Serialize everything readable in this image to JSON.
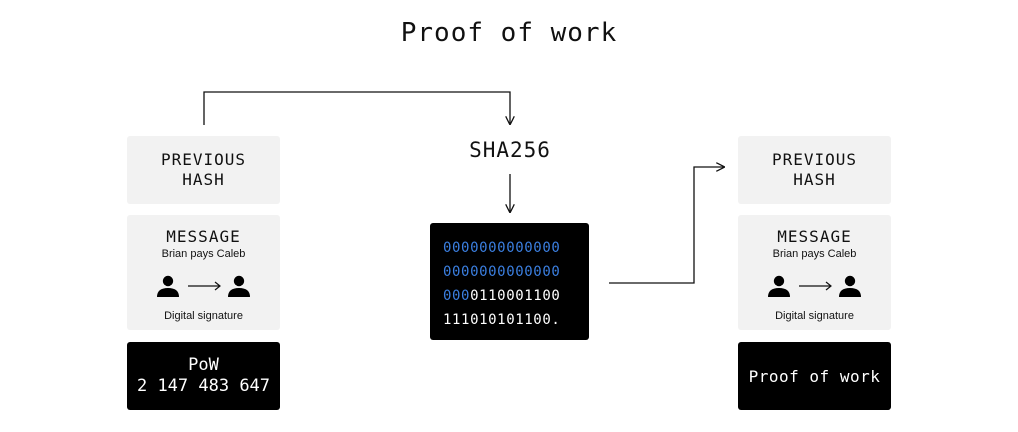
{
  "title": "Proof of work",
  "left_block": {
    "previous_hash": [
      "PREVIOUS",
      "HASH"
    ],
    "message": {
      "heading": "MESSAGE",
      "subtitle": "Brian pays Caleb",
      "signature": "Digital signature"
    },
    "pow": {
      "label": "PoW",
      "value": "2 147 483 647"
    }
  },
  "sha": {
    "label": "SHA256"
  },
  "hash_output": {
    "lines": [
      {
        "blue": "0000000000000",
        "white": ""
      },
      {
        "blue": "0000000000000",
        "white": ""
      },
      {
        "blue": "000",
        "white": "0110001100"
      },
      {
        "blue": "",
        "white": "111010101100."
      }
    ]
  },
  "right_block": {
    "previous_hash": [
      "PREVIOUS",
      "HASH"
    ],
    "message": {
      "heading": "MESSAGE",
      "subtitle": "Brian pays Caleb",
      "signature": "Digital signature"
    },
    "proof_label": "Proof of work"
  },
  "colors": {
    "highlight": "#3b7fe0",
    "box_grey": "#f2f2f2",
    "box_dark": "#000000"
  },
  "icons": [
    "person-icon",
    "arrow-right-icon"
  ]
}
